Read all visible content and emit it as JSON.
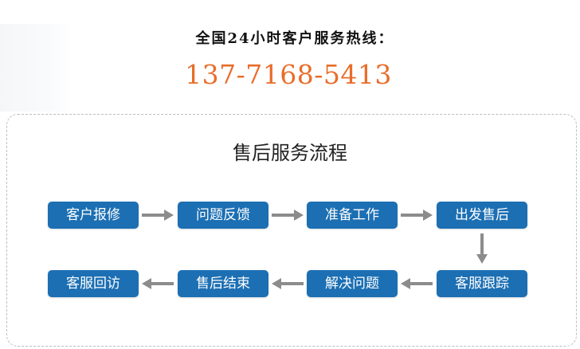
{
  "hotline": {
    "label": "全国24小时客户服务热线：",
    "number": "137-7168-5413"
  },
  "flow": {
    "title": "售后服务流程",
    "steps": [
      "客户报修",
      "问题反馈",
      "准备工作",
      "出发售后",
      "客服跟踪",
      "解决问题",
      "售后结束",
      "客服回访"
    ]
  },
  "colors": {
    "accent": "#1c6fb3",
    "hotline_number": "#e86d2a",
    "arrow": "#8c8c8c",
    "border": "#b9bec6"
  }
}
